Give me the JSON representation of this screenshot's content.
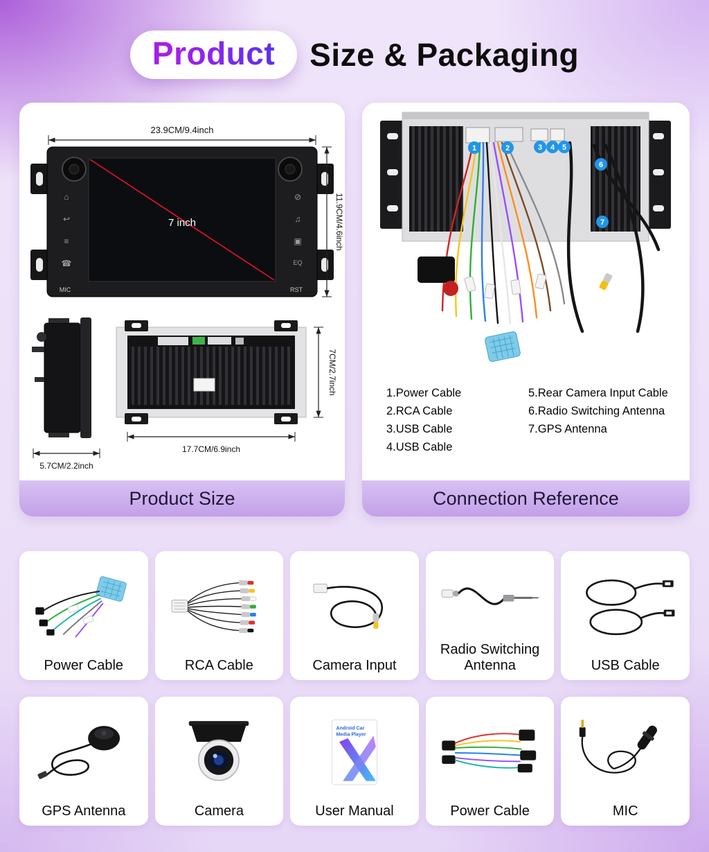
{
  "header": {
    "badge": "Product",
    "title": "Size & Packaging"
  },
  "product_size_panel": {
    "caption": "Product Size",
    "front_width": "23.9CM/9.4inch",
    "front_height": "11.9CM/4.6inch",
    "screen_size": "7 inch",
    "mic_label": "MIC",
    "rst_label": "RST",
    "eq_label": "EQ",
    "depth": "5.7CM/2.2inch",
    "back_width": "17.7CM/6.9inch",
    "back_height": "7CM/2.7inch"
  },
  "connection_panel": {
    "caption": "Connection Reference",
    "callouts": [
      "1",
      "2",
      "3",
      "4",
      "5",
      "6",
      "7"
    ],
    "legend_left": [
      "1.Power Cable",
      "2.RCA Cable",
      "3.USB Cable",
      "4.USB Cable"
    ],
    "legend_right": [
      "5.Rear Camera Input Cable",
      "6.Radio Switching Antenna",
      "7.GPS Antenna"
    ]
  },
  "accessories": [
    {
      "label": "Power Cable"
    },
    {
      "label": "RCA Cable"
    },
    {
      "label": "Camera Input"
    },
    {
      "label": "Radio Switching Antenna"
    },
    {
      "label": "USB Cable"
    },
    {
      "label": "GPS Antenna"
    },
    {
      "label": "Camera"
    },
    {
      "label": "User Manual",
      "cover_line1": "Android Car",
      "cover_line2": "Media Player"
    },
    {
      "label": "Power Cable"
    },
    {
      "label": "MIC"
    }
  ],
  "colors": {
    "accent_purple": "#9420e6",
    "callout_blue": "#2196e8",
    "screen_line_red": "#e8102c",
    "caption_strip": "#c9a9ec",
    "background_lavender": "#ece0f8"
  }
}
